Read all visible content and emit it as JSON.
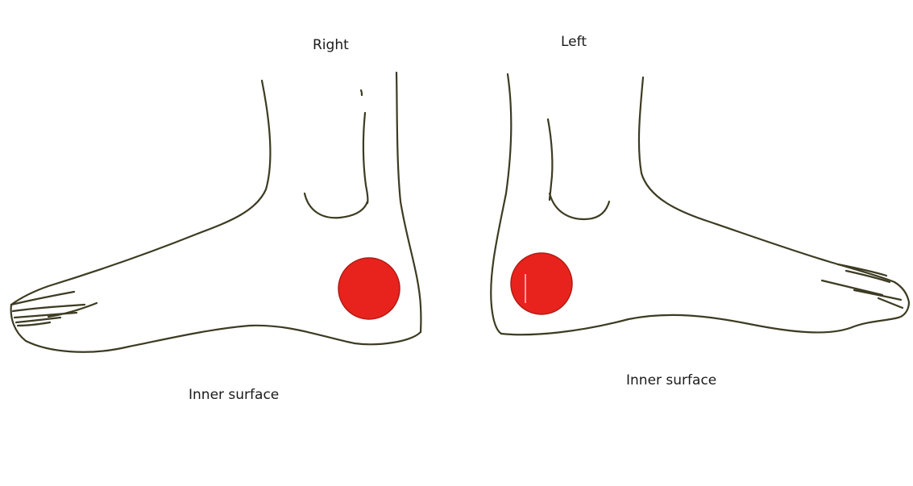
{
  "labels": {
    "right": "Right",
    "left": "Left"
  },
  "captions": {
    "right": "Inner surface",
    "left": "Inner surface"
  },
  "colors": {
    "line": "#3d3b22",
    "marker": "#e8231d",
    "background": "#ffffff"
  }
}
